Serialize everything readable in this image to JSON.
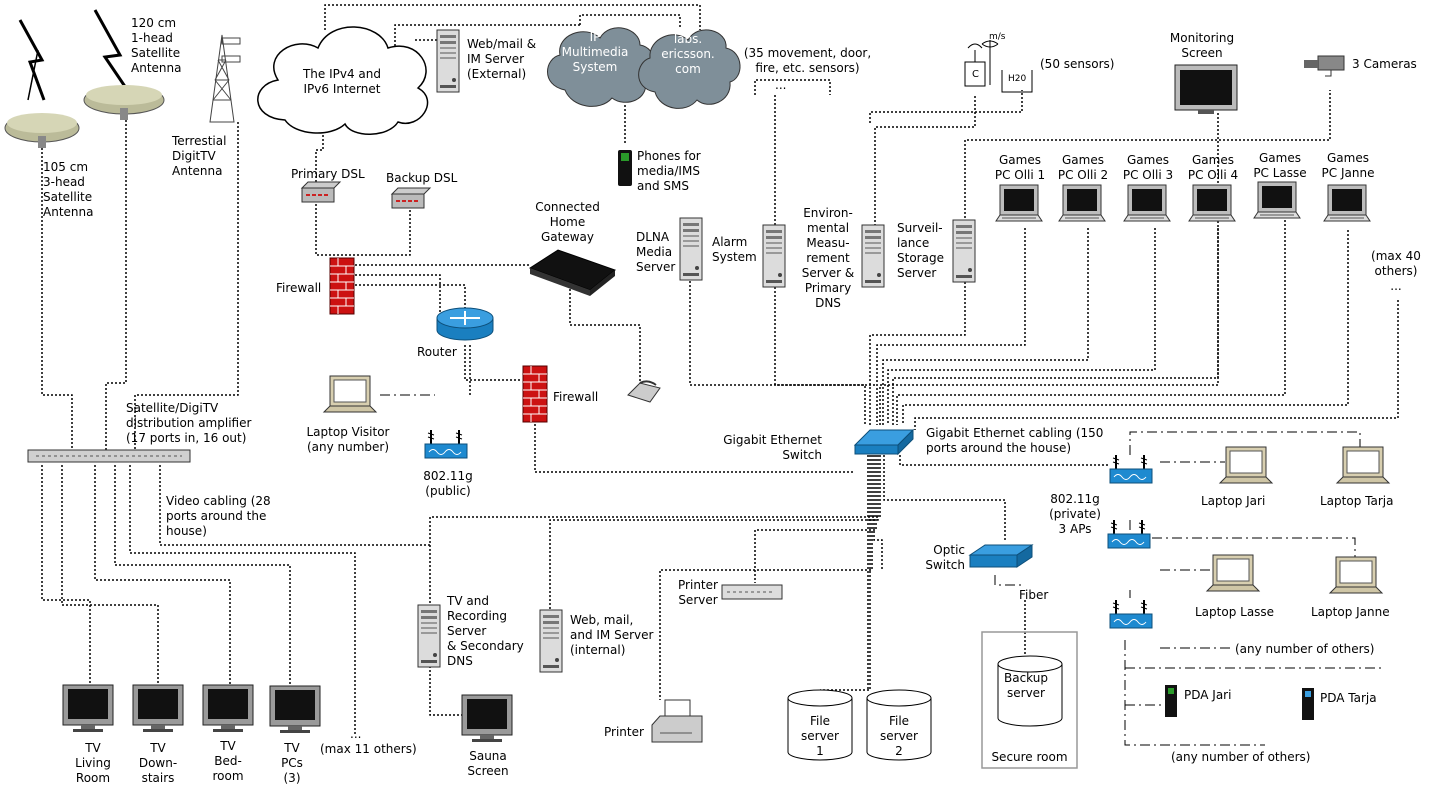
{
  "labels": {
    "sat105": "105 cm\n3-head\nSatellite\nAntenna",
    "sat120": "120 cm\n1-head\nSatellite\nAntenna",
    "terrestrial": "Terrestial\nDigitTV\nAntenna",
    "internet": "The IPv4 and\nIPv6 Internet",
    "webmail_ext": "Web/mail &\nIM Server\n(External)",
    "ip_multimedia": "IP\nMultimedia\nSystem",
    "labs": "labs.\nericsson.\ncom",
    "phones": "Phones for\nmedia/IMS\nand SMS",
    "sensors35": "(35 movement, door,\nfire, etc. sensors)",
    "sensors35_dots": "...",
    "ms": "m/s",
    "c_box": "C",
    "h20": "H20",
    "sensors50": "(50 sensors)",
    "monitoring": "Monitoring\nScreen",
    "cameras": "3 Cameras",
    "primary_dsl": "Primary DSL",
    "backup_dsl": "Backup DSL",
    "connected_home": "Connected\nHome\nGateway",
    "dlna": "DLNA\nMedia\nServer",
    "alarm": "Alarm\nSystem",
    "environmental": "Environ-\nmental\nMeasu-\nrement\nServer &\nPrimary\nDNS",
    "surveillance": "Surveil-\nlance\nStorage\nServer",
    "games1": "Games\nPC Olli 1",
    "games2": "Games\nPC Olli 2",
    "games3": "Games\nPC Olli 3",
    "games4": "Games\nPC Olli 4",
    "games5": "Games\nPC Lasse",
    "games6": "Games\nPC Janne",
    "max40": "(max 40\nothers)\n...",
    "firewall1": "Firewall",
    "router": "Router",
    "firewall2": "Firewall",
    "laptop_visitor": "Laptop Visitor\n(any number)",
    "ap_public": "802.11g\n(public)",
    "gig_switch": "Gigabit Ethernet\nSwitch",
    "gig_cabling": "Gigabit Ethernet cabling (150\nports around the house)",
    "amplifier": "Satellite/DigiTV\ndistribution amplifier\n(17 ports in, 16 out)",
    "video_cabling": "Video cabling (28\nports around the\nhouse)",
    "ap_private": "802.11g\n(private)\n3 APs",
    "laptop_jari": "Laptop Jari",
    "laptop_tarja": "Laptop Tarja",
    "laptop_lasse": "Laptop Lasse",
    "laptop_janne": "Laptop Janne",
    "any_others1": "(any number of others)",
    "pda_jari": "PDA Jari",
    "pda_tarja": "PDA Tarja",
    "any_others2": "(any number of others)",
    "optic_switch": "Optic\nSwitch",
    "fiber": "Fiber",
    "backup_server": "Backup\nserver",
    "secure_room": "Secure room",
    "tv_rec": "TV and\nRecording\nServer\n& Secondary\nDNS",
    "webmail_int": "Web, mail,\nand IM Server\n(internal)",
    "printer_server": "Printer\nServer",
    "printer": "Printer",
    "file1": "File\nserver\n1",
    "file2": "File\nserver\n2",
    "sauna": "Sauna\nScreen",
    "tv_living": "TV\nLiving\nRoom",
    "tv_down": "TV\nDown-\nstairs",
    "tv_bed": "TV\nBed-\nroom",
    "tv_pcs": "TV\nPCs\n(3)",
    "max11_dots": "...",
    "max11": "(max 11 others)"
  },
  "colors": {
    "firewall": "#cc1111",
    "network_blue": "#1e8ad0",
    "cloud": "#7f8f99",
    "screen": "#111111"
  }
}
